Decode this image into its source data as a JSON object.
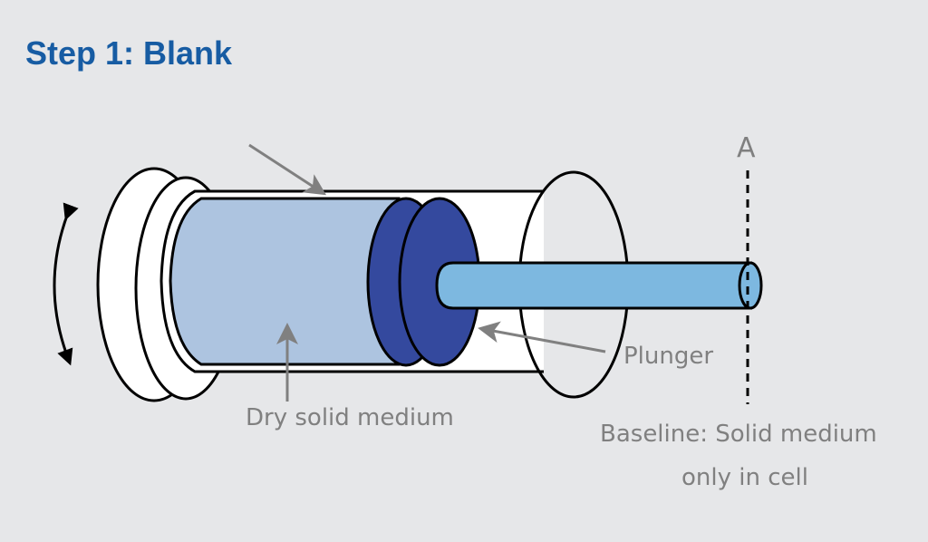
{
  "title": "Step 1: Blank",
  "labels": {
    "marker": "A",
    "plunger": "Plunger",
    "medium": "Dry solid medium",
    "baseline_line1": "Baseline: Solid medium",
    "baseline_line2": "only in cell"
  },
  "colors": {
    "title": "#175ca3",
    "medium": "#adc4e0",
    "plunger": "#34499e",
    "rod": "#7db8e0",
    "annotation": "#808080"
  }
}
